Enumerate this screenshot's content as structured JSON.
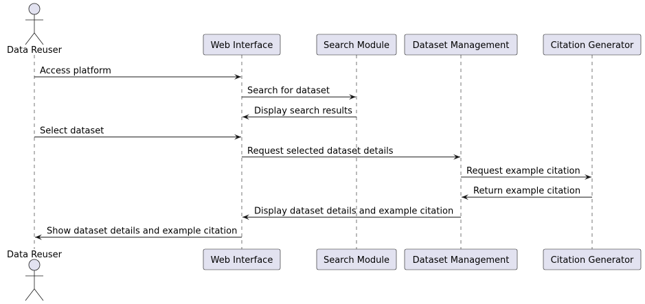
{
  "diagram": {
    "type": "sequence",
    "colors": {
      "participant_fill": "#E2E2F0",
      "stroke": "#181818",
      "text": "#000000"
    },
    "participants": [
      {
        "id": "user",
        "kind": "actor",
        "label": "Data Reuser"
      },
      {
        "id": "web",
        "kind": "participant",
        "label": "Web Interface"
      },
      {
        "id": "search",
        "kind": "participant",
        "label": "Search Module"
      },
      {
        "id": "dataset",
        "kind": "participant",
        "label": "Dataset Management"
      },
      {
        "id": "citation",
        "kind": "participant",
        "label": "Citation Generator"
      }
    ],
    "messages": [
      {
        "from": "user",
        "to": "web",
        "label": "Access platform"
      },
      {
        "from": "web",
        "to": "search",
        "label": "Search for dataset"
      },
      {
        "from": "search",
        "to": "web",
        "label": "Display search results"
      },
      {
        "from": "user",
        "to": "web",
        "label": "Select dataset"
      },
      {
        "from": "web",
        "to": "dataset",
        "label": "Request selected dataset details"
      },
      {
        "from": "dataset",
        "to": "citation",
        "label": "Request example citation"
      },
      {
        "from": "citation",
        "to": "dataset",
        "label": "Return example citation"
      },
      {
        "from": "dataset",
        "to": "web",
        "label": "Display dataset details and example citation"
      },
      {
        "from": "web",
        "to": "user",
        "label": "Show dataset details and example citation"
      }
    ]
  }
}
